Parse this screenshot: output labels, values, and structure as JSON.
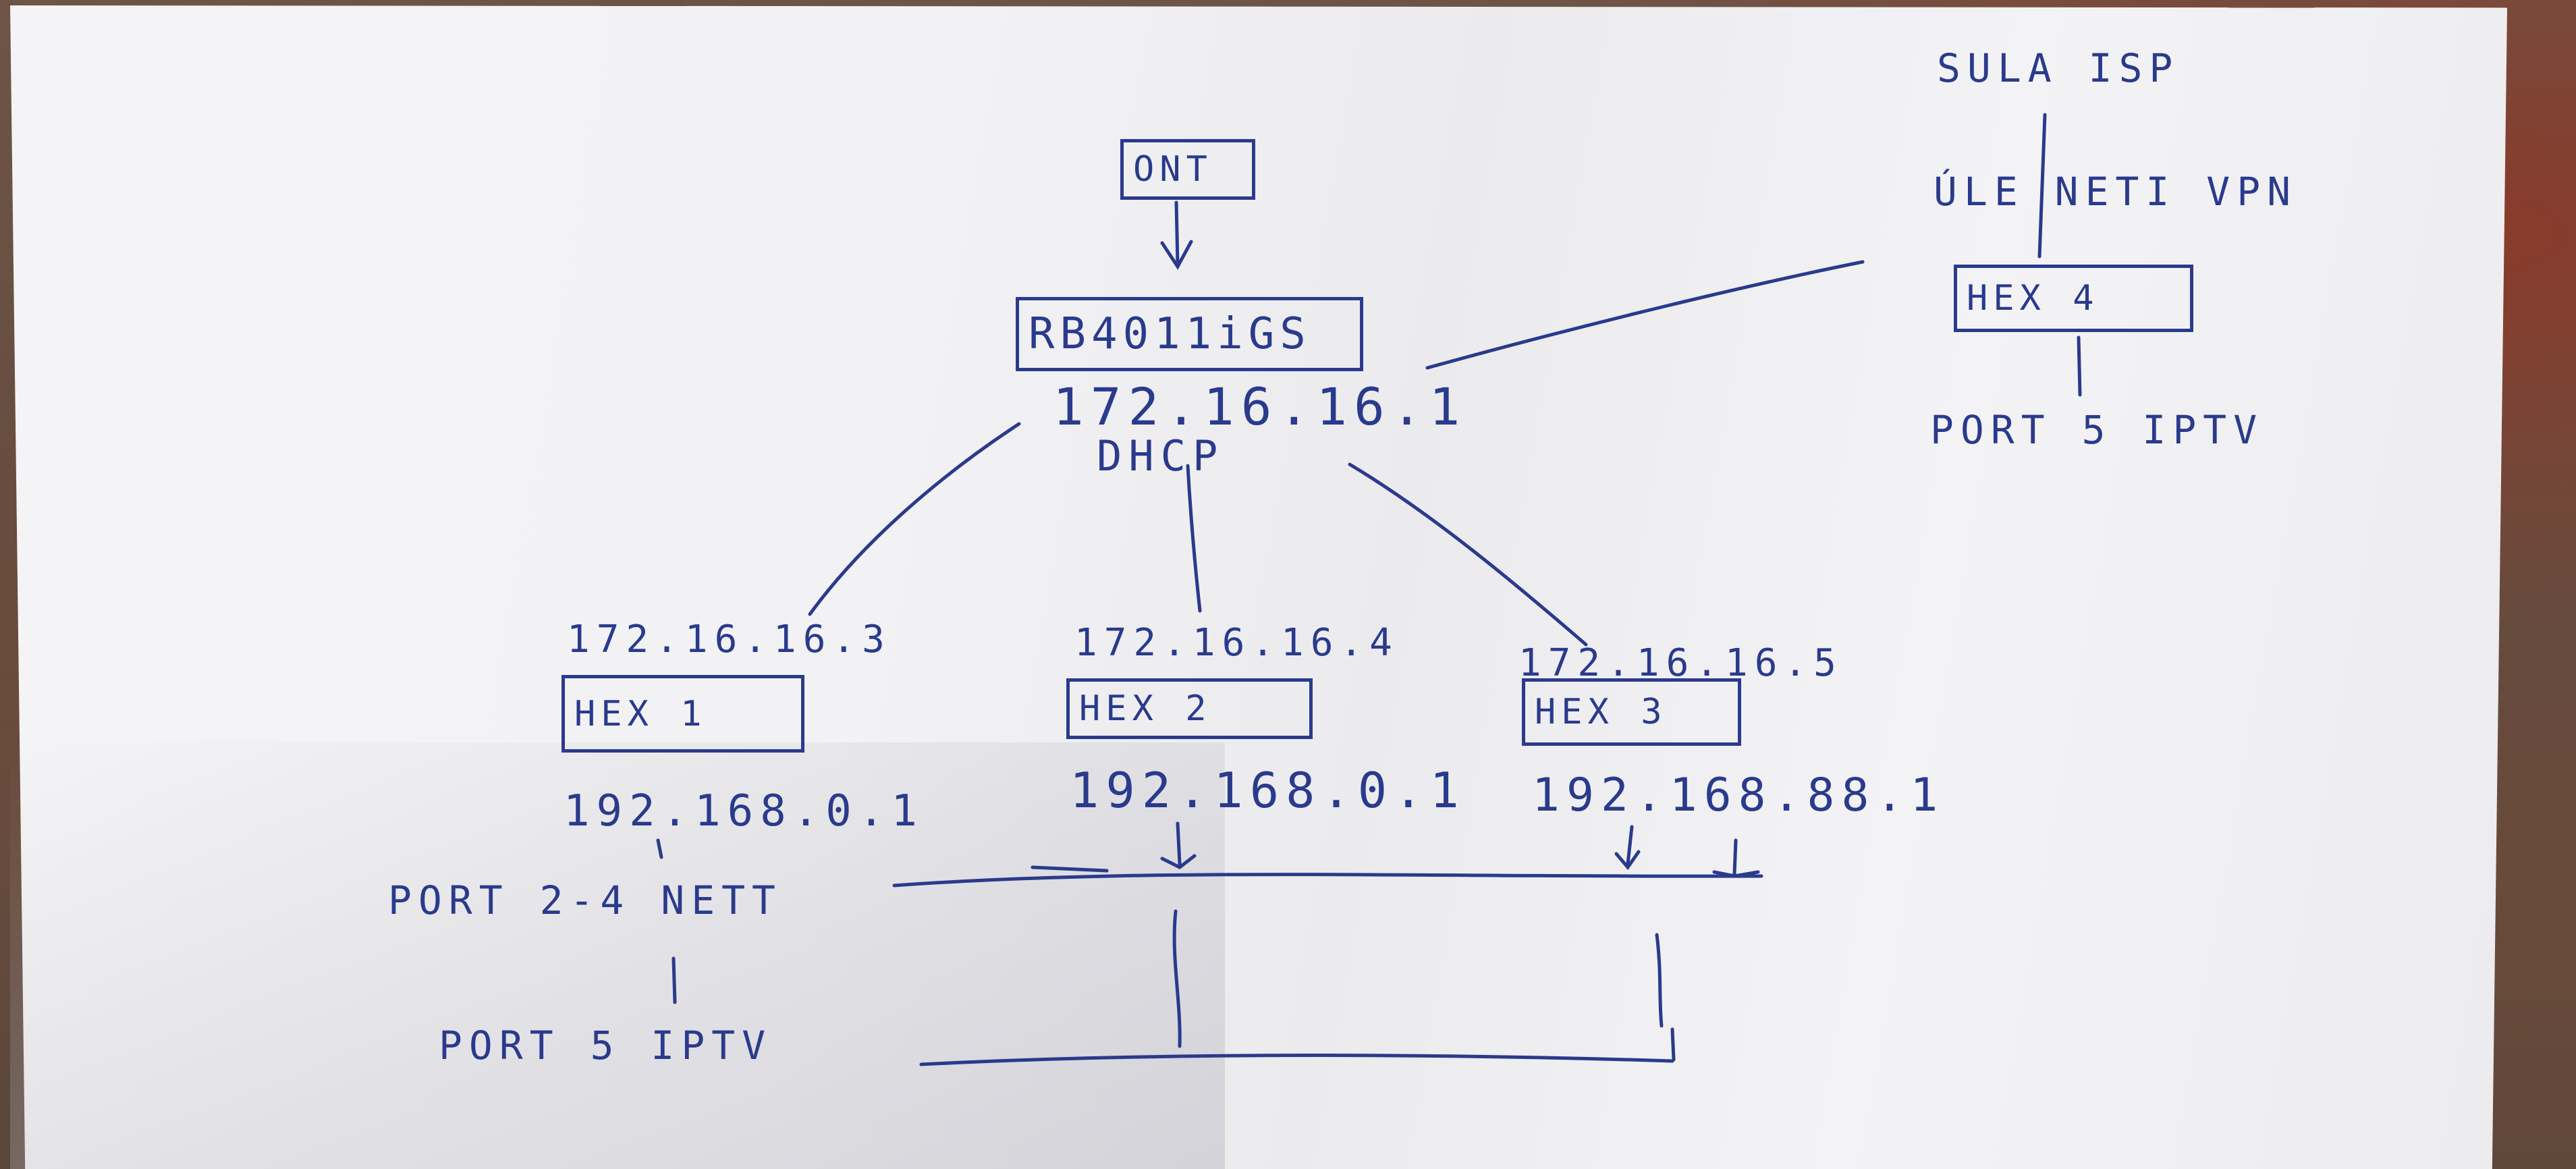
{
  "ink_color": "#2a3a8c",
  "nodes": {
    "ont": {
      "label": "ONT"
    },
    "main_router": {
      "label": "RB4011iGS",
      "ip": "172.16.16.1",
      "service": "DHCP"
    },
    "hex1": {
      "label": "HEX 1",
      "wan_ip": "172.16.16.3",
      "lan_ip": "192.168.0.1"
    },
    "hex2": {
      "label": "HEX 2",
      "wan_ip": "172.16.16.4",
      "lan_ip": "192.168.0.1"
    },
    "hex3": {
      "label": "HEX 3",
      "wan_ip": "172.16.16.5",
      "lan_ip": "192.168.88.1"
    },
    "hex4": {
      "label": "HEX 4",
      "uplink": "SULA ISP",
      "uplink_note": "ÚLE NETI VPN",
      "port_note": "PORT 5   IPTV"
    }
  },
  "ports": {
    "nett": "PORT 2-4  NETT",
    "iptv": "PORT   5  IPTV"
  }
}
